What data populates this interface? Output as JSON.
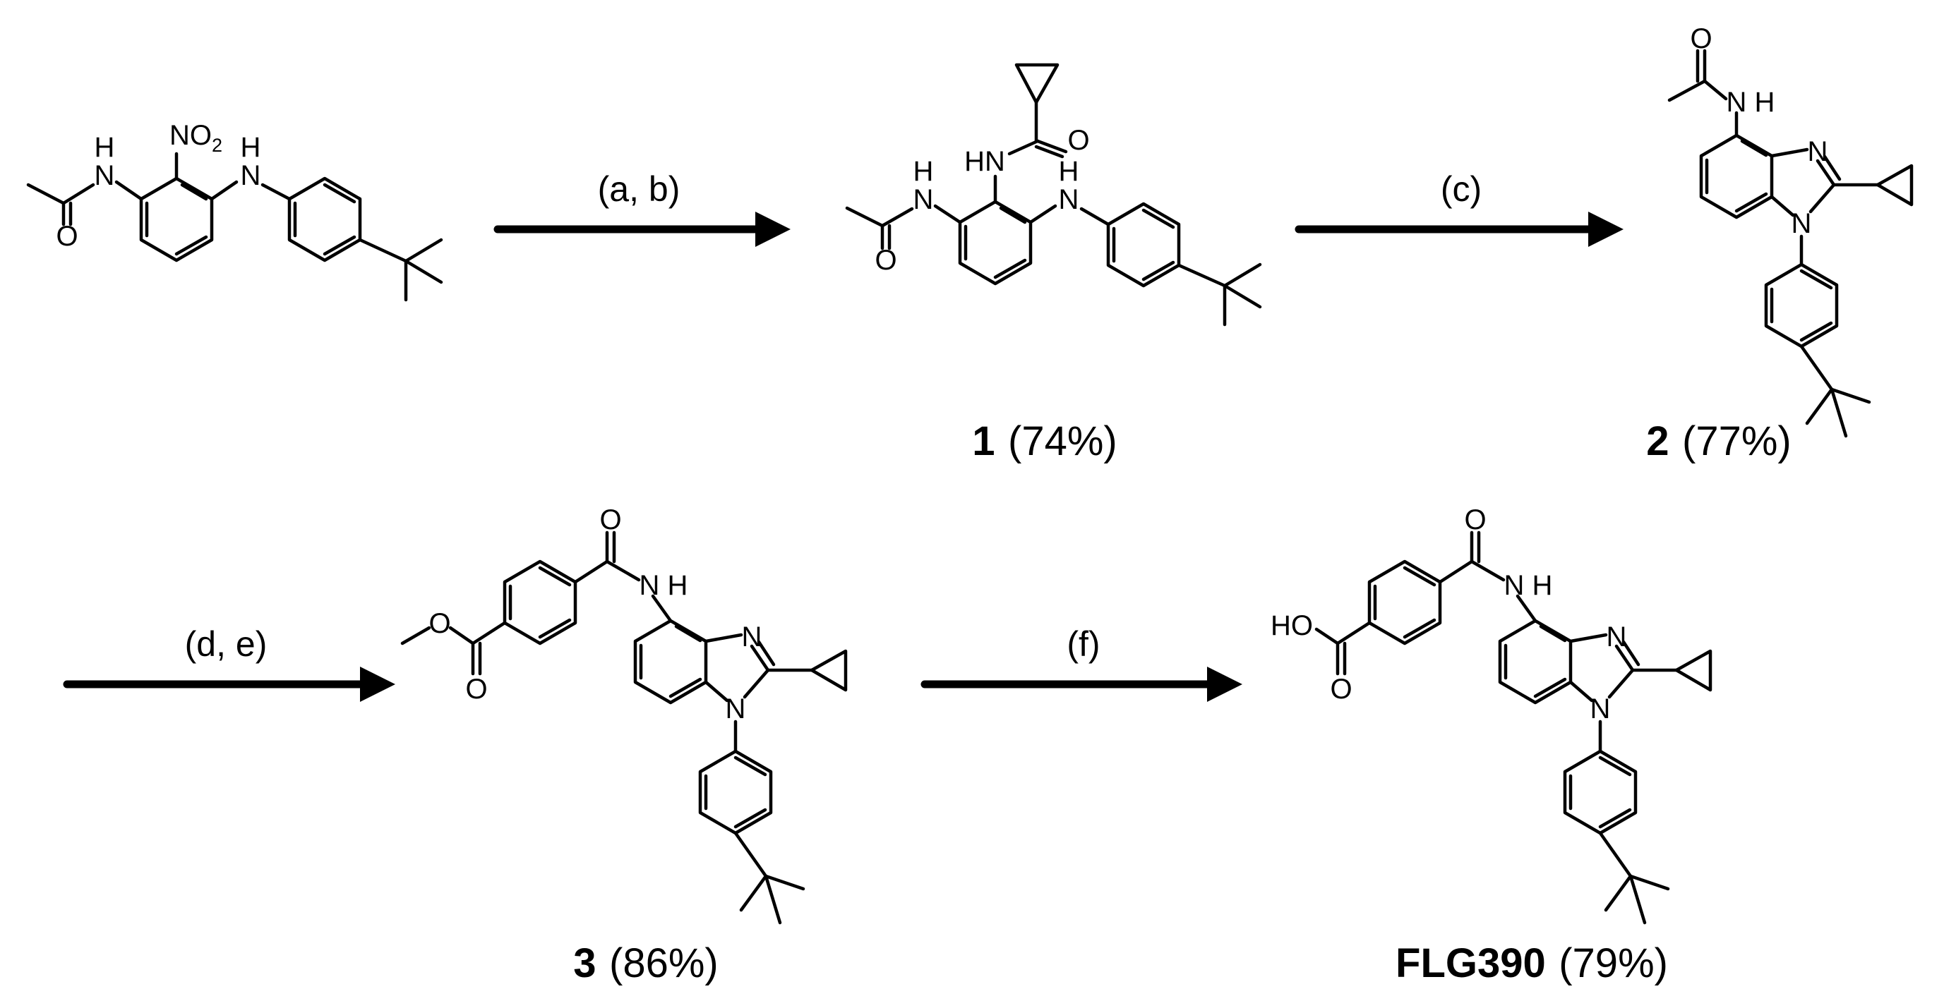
{
  "scheme": {
    "steps": [
      {
        "conditions": "(a, b)"
      },
      {
        "conditions": "(c)"
      },
      {
        "conditions": "(d, e)"
      },
      {
        "conditions": "(f)"
      }
    ],
    "compounds": [
      {
        "id": "1",
        "yield": "(74%)"
      },
      {
        "id": "2",
        "yield": "(77%)"
      },
      {
        "id": "3",
        "yield": "(86%)"
      },
      {
        "id": "FLG390",
        "yield": "(79%)"
      }
    ],
    "atom_labels": {
      "N": "N",
      "H": "H",
      "NH": "NH",
      "HN": "HN",
      "O": "O",
      "NO": "NO",
      "two": "2",
      "HO": "HO"
    }
  }
}
